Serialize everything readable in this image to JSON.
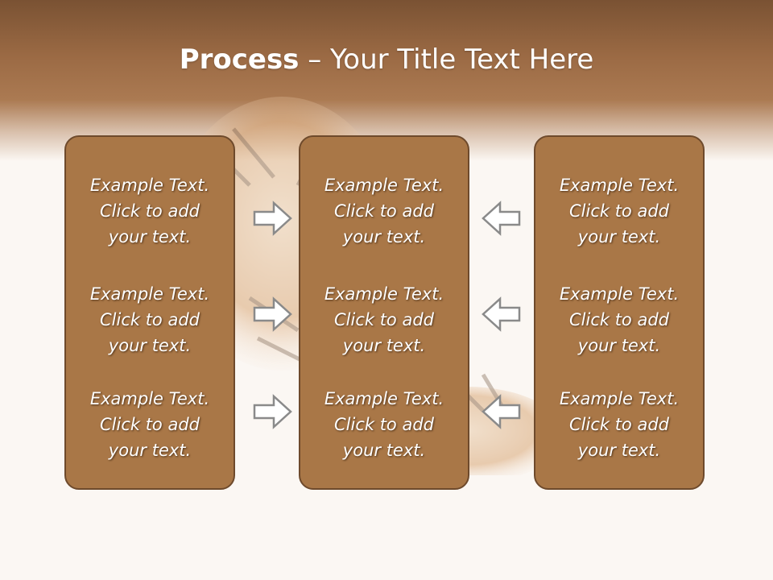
{
  "slide": {
    "title_bold": "Process",
    "title_rest": " – Your Title Text Here"
  },
  "columns": [
    {
      "items": [
        "Example Text.\nClick  to add\nyour text.",
        "Example Text.\nClick  to add\nyour text.",
        "Example Text.\nClick  to add\nyour text."
      ]
    },
    {
      "items": [
        "Example Text.\nClick  to add\nyour text.",
        "Example Text.\nClick  to add\nyour text.",
        "Example Text.\nClick  to add\nyour text."
      ]
    },
    {
      "items": [
        "Example Text.\nClick  to add\nyour text.",
        "Example Text.\nClick  to add\nyour text.",
        "Example Text.\nClick  to add\nyour text."
      ]
    }
  ],
  "icons": {
    "left_arrows": "arrow-right-icon",
    "right_arrows": "arrow-left-icon",
    "background": "tiger-image"
  },
  "colors": {
    "box_fill": "#a97747",
    "box_border": "#6e4a2c",
    "header": "#9b6a44",
    "arrow_fill": "#ffffff",
    "arrow_stroke": "#8a8a8a"
  }
}
